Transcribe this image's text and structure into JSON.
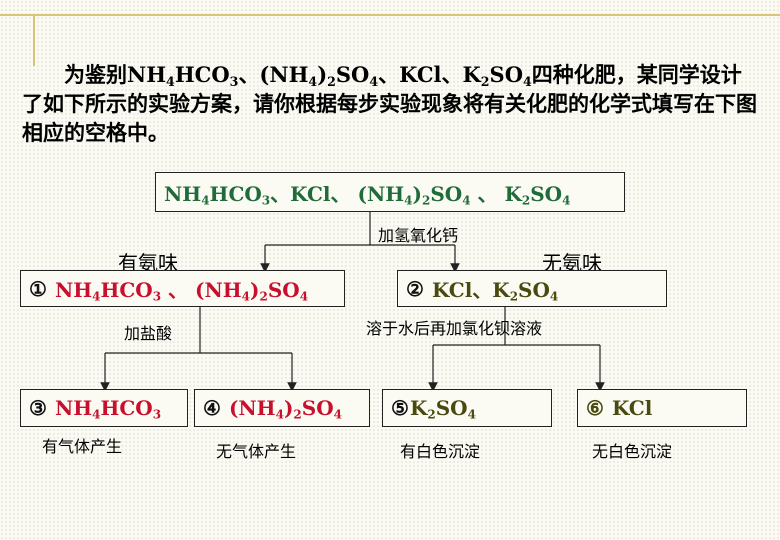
{
  "intro": {
    "text": "为鉴别NH4HCO3、(NH4)2SO4、KCl、K2SO4四种化肥，某同学设计了如下所示的实验方案，请你根据每步实验现象将有关化肥的化学式填写在下图相应的空格中。"
  },
  "diagram": {
    "top": {
      "formula": "NH4HCO3、KCl、 (NH4)2SO4 、 K2SO4"
    },
    "reagent1": "加氢氧化钙",
    "branch_left_label": "有氨味",
    "branch_right_label": "无氨味",
    "mid_left": {
      "num": "①",
      "formula": "NH4HCO3 、 (NH4)2SO4"
    },
    "mid_right": {
      "num": "②",
      "formula": "KCl、K2SO4"
    },
    "reagent2": "加盐酸",
    "reagent3": "溶于水后再加氯化钡溶液",
    "b3": {
      "num": "③",
      "formula": "NH4HCO3",
      "obs": "有气体产生"
    },
    "b4": {
      "num": "④",
      "formula": "(NH4)2SO4",
      "obs": "无气体产生"
    },
    "b5": {
      "num": "⑤",
      "formula": "K2SO4",
      "obs": "有白色沉淀"
    },
    "b6": {
      "num": "⑥",
      "formula": "KCl",
      "obs": "无白色沉淀"
    }
  },
  "colors": {
    "top": "#1f6b3a",
    "answers_red": "#c8102e",
    "answers_olive": "#4a4a10"
  }
}
